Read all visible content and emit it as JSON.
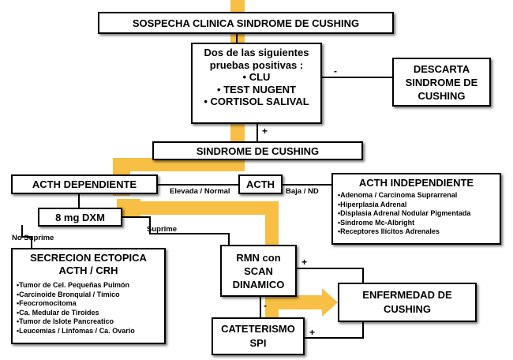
{
  "colors": {
    "highlight": "#f8bf45",
    "line": "#000000"
  },
  "nodes": {
    "sospecha": "SOSPECHA CLINICA SINDROME  DE CUSHING",
    "pruebas": {
      "lines": [
        "Dos  de las siguientes",
        "pruebas positivas :"
      ],
      "items": [
        "CLU",
        "TEST NUGENT",
        "CORTISOL SALIVAL"
      ]
    },
    "descarta": [
      "DESCARTA",
      "SINDROME  DE",
      "CUSHING"
    ],
    "sindrome": "SINDROME  DE CUSHING",
    "acth_dep": "ACTH DEPENDIENTE",
    "acth": "ACTH",
    "acth_indep": {
      "title": "ACTH INDEPENDIENTE",
      "items": [
        "Adenoma / Carcinoma Suprarrenal",
        "Hiperplasia Adrenal",
        "Displasia Adrenal Nodular Pigmentada",
        "Síndrome Mc-Albright",
        "Receptores Ilícitos Adrenales"
      ]
    },
    "dxm": "8 mg DXM",
    "secrecion": {
      "title": [
        "SECRECION ECTOPICA",
        "ACTH / CRH"
      ],
      "items": [
        "Tumor de Cel. Pequeñas Pulmón",
        "Carcinoide Bronquial / Tímico",
        "Feocromocitoma",
        "Ca. Medular de Tiroides",
        "Tumor de Islote Pancreatico",
        "Leucemias / Linfomas / Ca. Ovario"
      ]
    },
    "rmn": [
      "RMN con",
      "SCAN",
      "DINAMICO"
    ],
    "enfermedad": [
      "ENFERMEDAD DE",
      "CUSHING"
    ],
    "cateterismo": [
      "CATETERISMO",
      "SPI"
    ]
  },
  "edge_labels": {
    "minus_descarta": "-",
    "plus_sindrome": "+",
    "elevada": "Elevada / Normal",
    "baja": "Baja / ND",
    "no_suprime": "No Suprime",
    "suprime": "Suprime",
    "plus_rmn": "+",
    "minus_rmn": "-",
    "plus_cat": "+"
  }
}
